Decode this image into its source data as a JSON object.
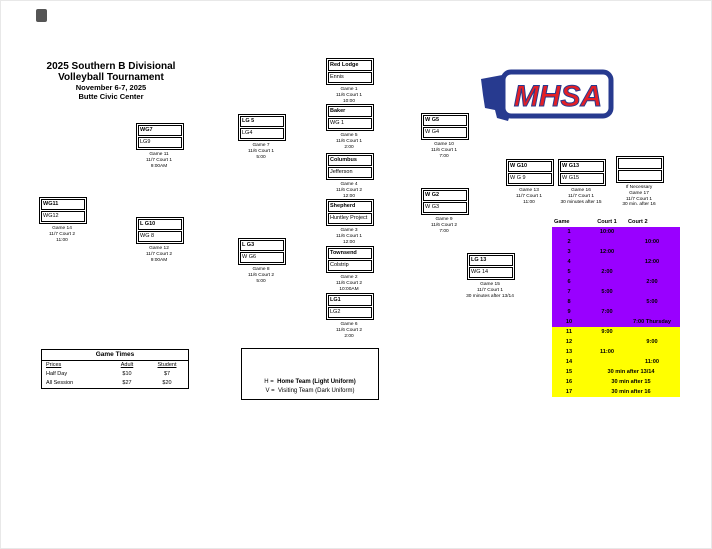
{
  "title": {
    "line1": "2025 Southern B Divisional",
    "line2": "Volleyball Tournament",
    "line3": "November 6-7, 2025",
    "line4": "Butte Civic Center"
  },
  "logo": {
    "text": "MHSA",
    "red": "#e31f26",
    "blue": "#273a8f"
  },
  "bracket": {
    "g1": {
      "top": "Red Lodge",
      "bottom": "Ennis",
      "caption": [
        "Game 1",
        "11/6 Court 1",
        "10:00"
      ]
    },
    "g2": {
      "top": "Townsend",
      "bottom": "Colstrip",
      "caption": [
        "Game 2",
        "11/6 Court 2",
        "10:00AM"
      ]
    },
    "g3": {
      "top": "Shepherd",
      "bottom": "Huntley Project",
      "caption": [
        "Game 3",
        "11/6 Court 1",
        "12:00"
      ]
    },
    "g4": {
      "top": "Columbus",
      "bottom": "Jefferson",
      "caption": [
        "Game 4",
        "11/6 Court 2",
        "12:00"
      ]
    },
    "g5": {
      "top": "Baker",
      "bottom": "WG 1",
      "caption": [
        "Game 5",
        "11/6 Court 1",
        "2:00"
      ]
    },
    "g6": {
      "top": "LG1",
      "bottom": "LG2",
      "caption": [
        "Game 6",
        "11/6 Court 2",
        "2:00"
      ]
    },
    "g7": {
      "top": "LG 5",
      "bottom": "LG4",
      "caption": [
        "Game 7",
        "11/6 Court 1",
        "5:00"
      ]
    },
    "g8": {
      "top": "L G3",
      "bottom": "W G6",
      "caption": [
        "Game 8",
        "11/6 Court 2",
        "5:00"
      ]
    },
    "g9": {
      "top": "W G2",
      "bottom": "W G3",
      "caption": [
        "Game 9",
        "11/6 Court 2",
        "7:00"
      ]
    },
    "g10": {
      "top": "W G5",
      "bottom": "W G4",
      "caption": [
        "Game 10",
        "11/6 Court 1",
        "7:00"
      ]
    },
    "g11": {
      "top": "WG7",
      "bottom": "LG9",
      "caption": [
        "Game 11",
        "11/7 Court 1",
        "9:00AM"
      ]
    },
    "g12": {
      "top": "L G10",
      "bottom": "WG 8",
      "caption": [
        "Game 12",
        "11/7 Court 2",
        "9:00AM"
      ]
    },
    "g13": {
      "top": "W G10",
      "bottom": "W G 9",
      "caption": [
        "Game 13",
        "11/7 Court 1",
        "11:00"
      ]
    },
    "g14": {
      "top": "WG11",
      "bottom": "WG12",
      "caption": [
        "Game 14",
        "11/7 Court 2",
        "11:00"
      ]
    },
    "g15": {
      "top": "LG 13",
      "bottom": "WG 14",
      "caption": [
        "Game 15",
        "11/7 Court 1",
        "30 minutes after 13/14"
      ]
    },
    "g16": {
      "top": "W G13",
      "bottom": "W G15",
      "caption": [
        "Game 16",
        "11/7 Court 1",
        "30 minutes after 15"
      ]
    },
    "g17": {
      "top": "",
      "bottom": "",
      "caption": [
        "If Necessary",
        "Game 17",
        "11/7 Court 1",
        "30 min. after 16"
      ]
    }
  },
  "schedule": {
    "headers": [
      "Game",
      "Court 1",
      "Court 2"
    ],
    "thursday_color": "#9900ff",
    "friday_color": "#ffff00",
    "rows": [
      {
        "game": "1",
        "c1": "10:00",
        "c2": "",
        "note": "",
        "section": "thu"
      },
      {
        "game": "2",
        "c1": "",
        "c2": "10:00",
        "note": "",
        "section": "thu"
      },
      {
        "game": "3",
        "c1": "12:00",
        "c2": "",
        "note": "",
        "section": "thu"
      },
      {
        "game": "4",
        "c1": "",
        "c2": "12:00",
        "note": "",
        "section": "thu"
      },
      {
        "game": "5",
        "c1": "2:00",
        "c2": "",
        "note": "",
        "section": "thu"
      },
      {
        "game": "6",
        "c1": "",
        "c2": "2:00",
        "note": "",
        "section": "thu"
      },
      {
        "game": "7",
        "c1": "5:00",
        "c2": "",
        "note": "",
        "section": "thu"
      },
      {
        "game": "8",
        "c1": "",
        "c2": "5:00",
        "note": "",
        "section": "thu"
      },
      {
        "game": "9",
        "c1": "7:00",
        "c2": "",
        "note": "",
        "section": "thu"
      },
      {
        "game": "10",
        "c1": "",
        "c2": "7:00",
        "note": "Thursday",
        "section": "thu"
      },
      {
        "game": "11",
        "c1": "9:00",
        "c2": "",
        "note": "",
        "section": "fri"
      },
      {
        "game": "12",
        "c1": "",
        "c2": "9:00",
        "note": "",
        "section": "fri"
      },
      {
        "game": "13",
        "c1": "11:00",
        "c2": "",
        "note": "",
        "section": "fri"
      },
      {
        "game": "14",
        "c1": "",
        "c2": "11:00",
        "note": "",
        "section": "fri"
      },
      {
        "game": "15",
        "span": "30 min after 13/14",
        "section": "fri"
      },
      {
        "game": "16",
        "span": "30 min after 15",
        "section": "fri"
      },
      {
        "game": "17",
        "span": "30 min after 16",
        "section": "fri"
      }
    ]
  },
  "game_times": {
    "title": "Game Times",
    "headers": [
      "Prices",
      "Adult",
      "Student"
    ],
    "rows": [
      {
        "label": "Half Day",
        "adult": "$10",
        "student": "$7"
      },
      {
        "label": "All Session",
        "adult": "$27",
        "student": "$20"
      }
    ]
  },
  "legend": {
    "h_prefix": "H =",
    "h_text": "Home Team (Light Uniform)",
    "v_prefix": "V =",
    "v_text": "Visiting Team (Dark Uniform)"
  }
}
